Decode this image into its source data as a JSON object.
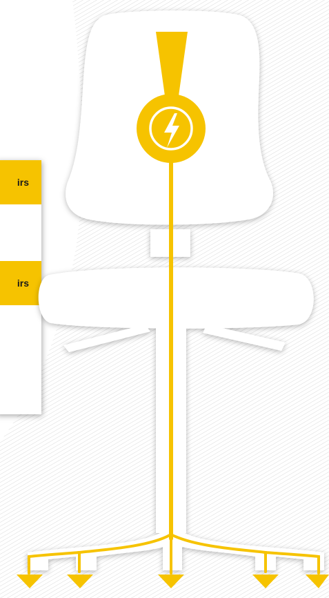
{
  "colors": {
    "accent_yellow": "#f6c300",
    "chair_white": "#ffffff",
    "hatch": "#d9d9d9"
  },
  "icons": {
    "badge": "lightning-bolt-icon",
    "feet": "arrow-down-icon"
  },
  "panel": {
    "rows": [
      {
        "label": "irs",
        "style": "highlighted"
      },
      {
        "label": "",
        "style": "plain"
      },
      {
        "label": "irs",
        "style": "highlighted"
      },
      {
        "label": "",
        "style": "plain"
      }
    ]
  }
}
